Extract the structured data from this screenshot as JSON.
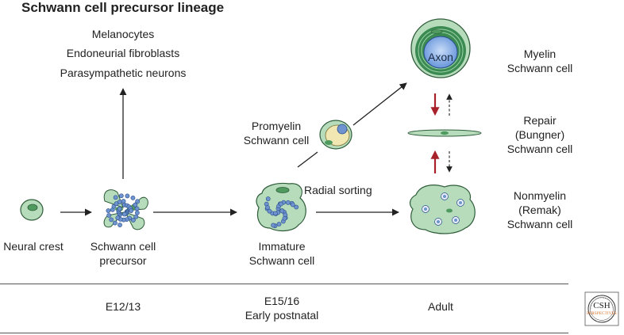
{
  "title": "Schwann cell precursor lineage",
  "derived_cells": [
    "Melanocytes",
    "Endoneurial fibroblasts",
    "Parasympathetic neurons"
  ],
  "stages": {
    "neural_crest": "Neural crest",
    "scp": [
      "Schwann cell",
      "precursor"
    ],
    "immature": [
      "Immature",
      "Schwann cell"
    ],
    "promyelin": [
      "Promyelin",
      "Schwann cell"
    ],
    "radial_sorting": "Radial sorting",
    "axon": "Axon",
    "myelin": [
      "Myelin",
      "Schwann cell"
    ],
    "repair": [
      "Repair",
      "(Bungner)",
      "Schwann cell"
    ],
    "nonmyelin": [
      "Nonmyelin",
      "(Remak)",
      "Schwann cell"
    ]
  },
  "timeline": {
    "e12": "E12/13",
    "e15": [
      "E15/16",
      "Early postnatal"
    ],
    "adult": "Adult"
  },
  "logo": {
    "top": "CSH",
    "bottom": "PERSPECTIVES"
  },
  "colors": {
    "cell_green": "#b6dcbc",
    "cell_edge": "#2f5d3a",
    "nucleus_green": "#4f9a5f",
    "nucleus_blue": "#6f93cf",
    "myelin_dark": "#3a8a52",
    "axon_blue": "#7aa4e0",
    "promyelin_fill": "#f1e7b2",
    "red_arrow": "#a8202a",
    "logo_orange": "#d96b1e"
  }
}
